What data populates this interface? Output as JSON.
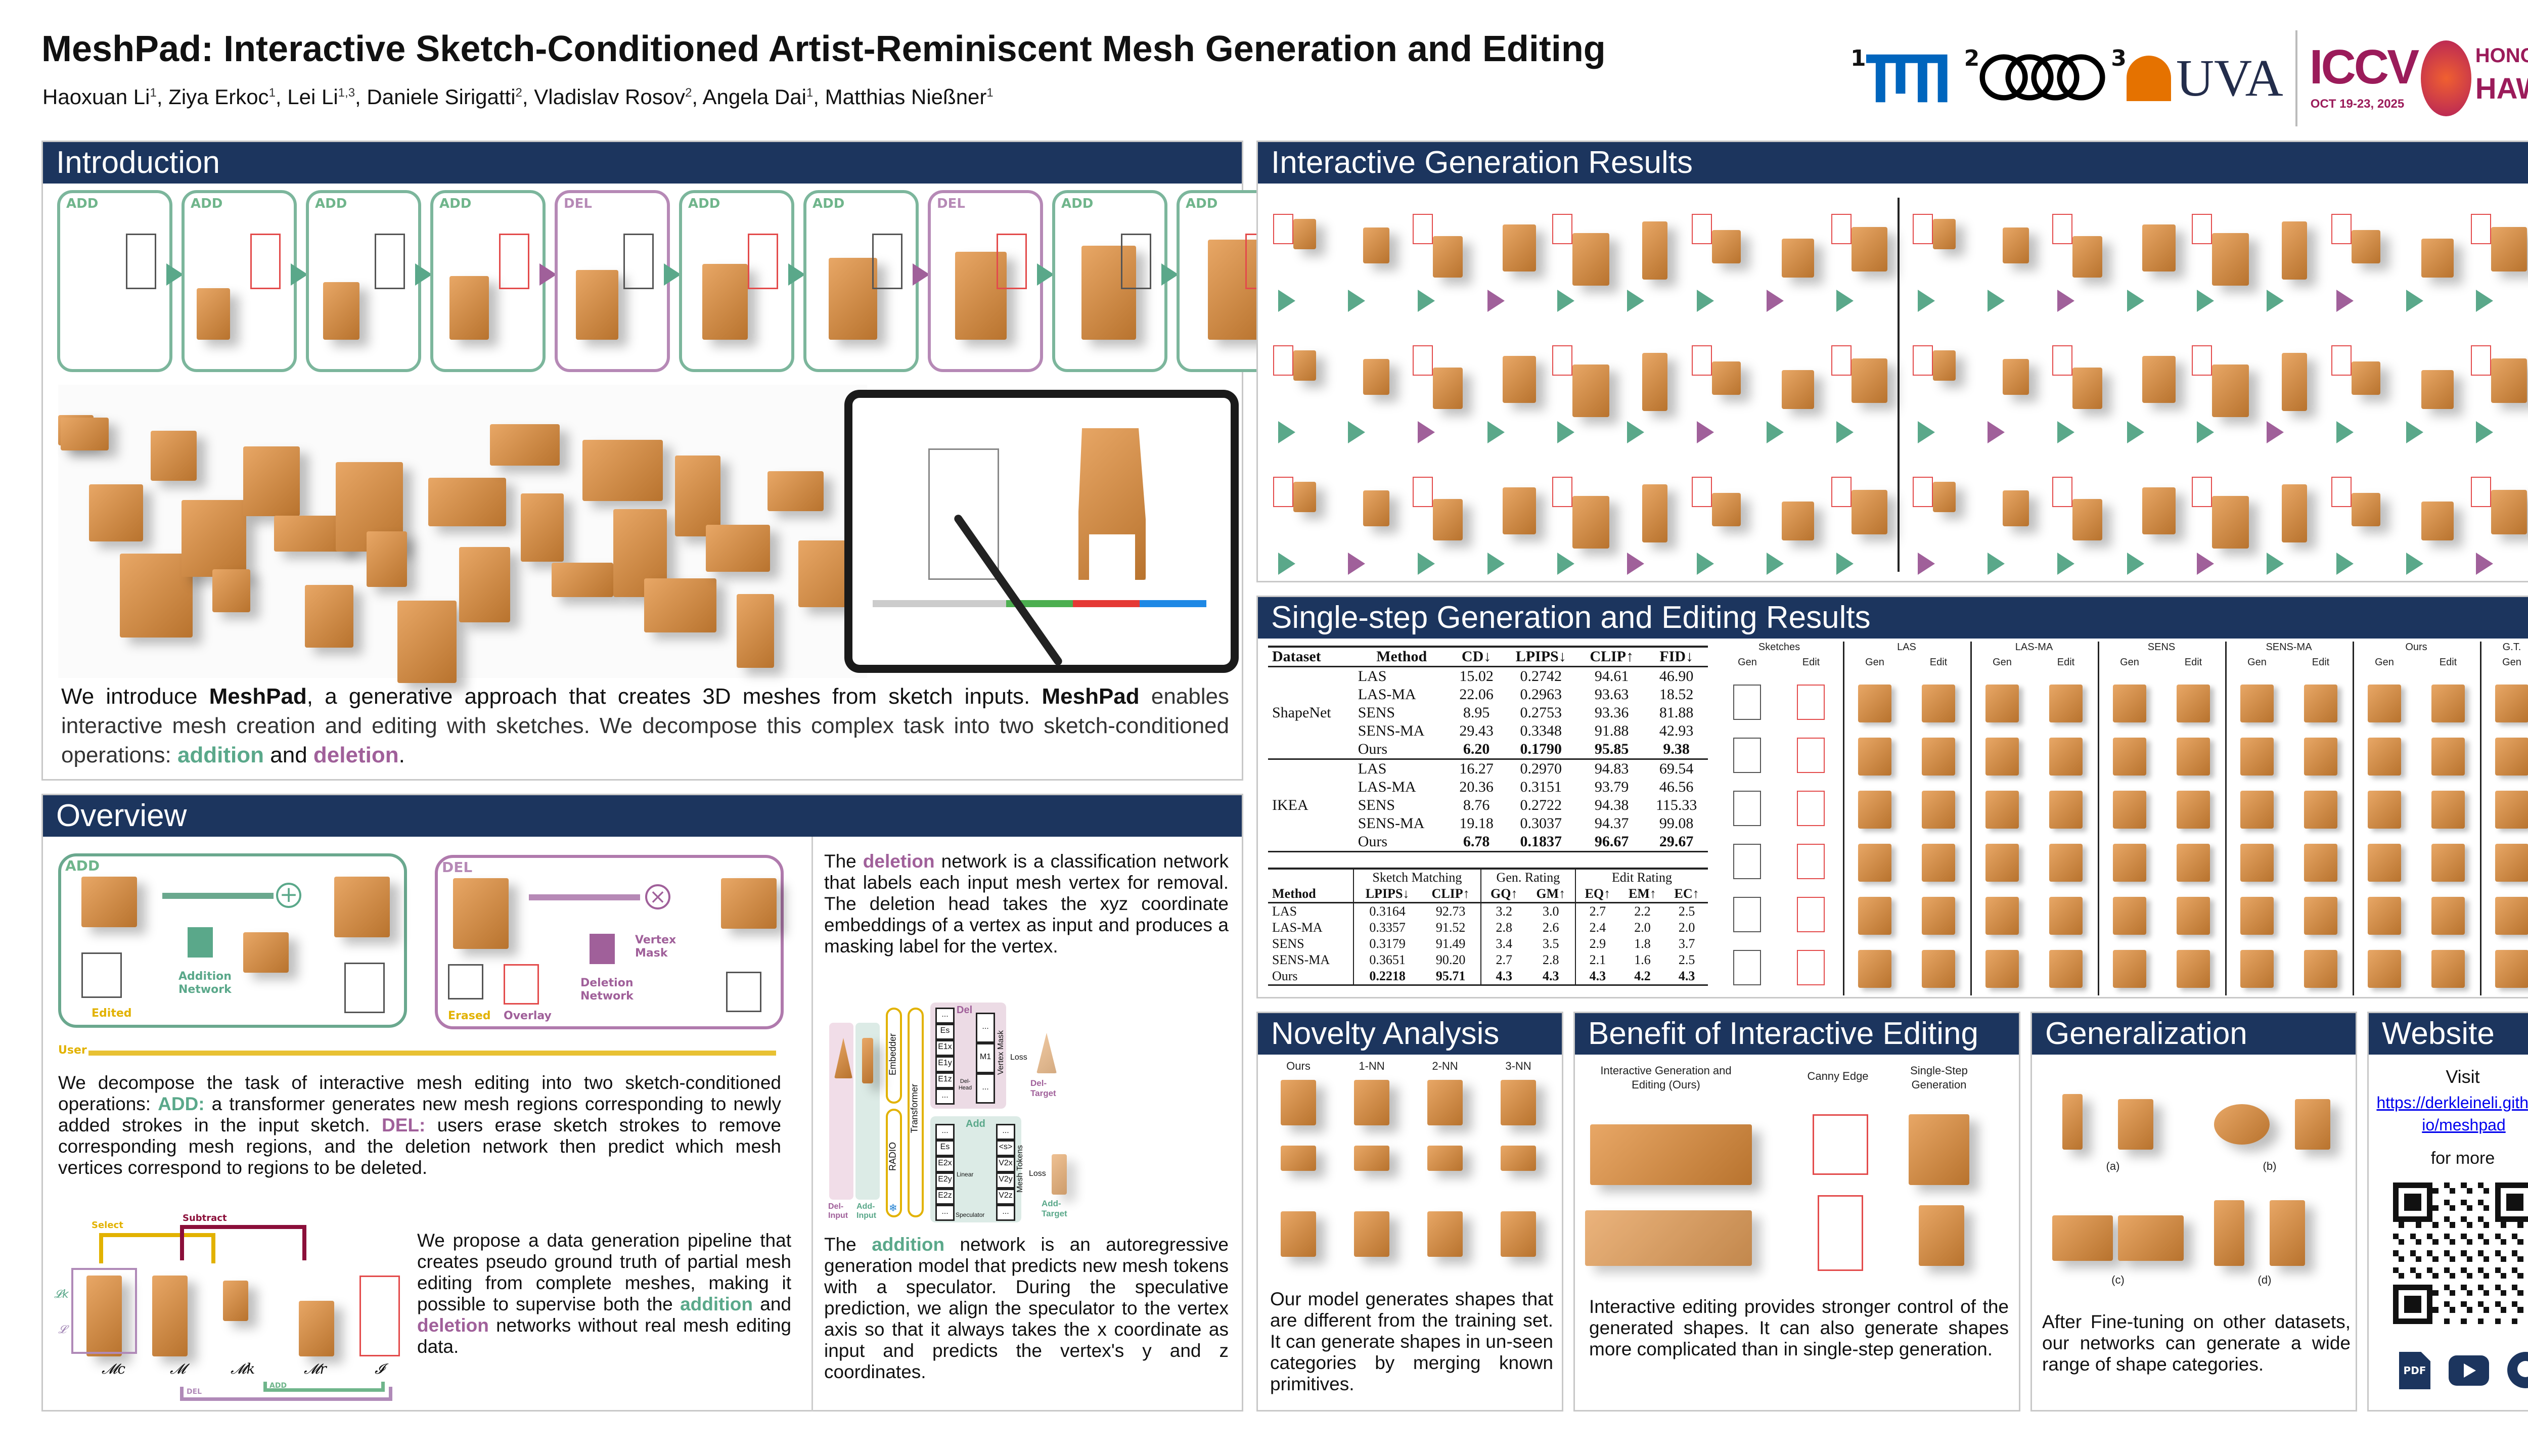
{
  "header": {
    "title": "MeshPad: Interactive Sketch-Conditioned Artist-Reminiscent Mesh Generation and Editing",
    "authors": [
      {
        "name": "Haoxuan Li",
        "aff": "1"
      },
      {
        "name": "Ziya Erkoc",
        "aff": "1"
      },
      {
        "name": "Lei Li",
        "aff": "1,3"
      },
      {
        "name": "Daniele Sirigatti",
        "aff": "2"
      },
      {
        "name": "Vladislav Rosov",
        "aff": "2"
      },
      {
        "name": "Angela Dai",
        "aff": "1"
      },
      {
        "name": "Matthias Nießner",
        "aff": "1"
      }
    ],
    "logos": {
      "aff1": "1",
      "tum": "TUM",
      "aff2": "2",
      "aff3": "3",
      "uva": "UVA",
      "iccv": "ICCV",
      "iccv_date": "OCT 19-23, 2025",
      "iccv_place1": "HONOLULU",
      "iccv_place2": "HAWAII"
    }
  },
  "colors": {
    "header_bar": "#1c355e",
    "addition": "#5aa88a",
    "deletion": "#a0609a",
    "user": "#e2b200"
  },
  "intro": {
    "title": "Introduction",
    "steps": [
      "ADD",
      "ADD",
      "ADD",
      "ADD",
      "DEL",
      "ADD",
      "ADD",
      "DEL",
      "ADD",
      "ADD"
    ],
    "text": {
      "p1": "We introduce ",
      "b1": "MeshPad",
      "p2": ", a generative approach that creates 3D meshes from sketch inputs. ",
      "b2": "MeshPad",
      "p3": " enables interactive mesh creation and editing with sketches. We decompose this complex task into two sketch-conditioned operations: ",
      "add": "addition",
      "p4": " and ",
      "del": "deletion",
      "p5": "."
    }
  },
  "overview": {
    "title": "Overview",
    "diagram": {
      "add": "ADD",
      "del": "DEL",
      "addition_network": "Addition Network",
      "deletion_network": "Deletion Network",
      "vertex_mask": "Vertex Mask",
      "edited": "Edited",
      "erased": "Erased",
      "overlay": "Overlay",
      "user": "User"
    },
    "text1": {
      "p1": "We decompose the task of interactive mesh editing into two sketch-conditioned operations: ",
      "add": "ADD:",
      "p2": " a transformer generates new mesh regions corresponding to newly added strokes in the input sketch. ",
      "del": "DEL:",
      "p3": " users erase sketch strokes to remove corresponding mesh regions, and the deletion network then predict which mesh vertices correspond to regions to be deleted."
    },
    "pipeline": {
      "select": "Select",
      "subtract": "Subtract",
      "add": "ADD",
      "del": "DEL",
      "m_c": "𝓜c",
      "m": "𝓜",
      "m_k": "𝓜k",
      "m_r": "𝓜r",
      "i": "𝓘",
      "l": "𝓛",
      "l_k": "𝓛k"
    },
    "text2": {
      "p1": "We propose a data generation pipeline that creates pseudo ground truth of partial mesh editing from complete meshes, making it possible to supervise both the ",
      "add": "addition",
      "p2": " and ",
      "del": "deletion",
      "p3": " networks without real mesh editing data."
    },
    "text3": {
      "p1": "The ",
      "del": "deletion",
      "p2": " network is a classification network that labels each input mesh vertex for removal. The deletion head takes the xyz coordinate embeddings of a vertex as input and produces a masking label for the vertex."
    },
    "arch": {
      "embedder": "Embedder",
      "radio": "RADIO",
      "transformer": "Transformer",
      "del": "Del",
      "add": "Add",
      "del_head": "Del-Head",
      "vertex_mask": "Vertex Mask",
      "mesh_tokens": "Mesh Tokens",
      "linear": "Linear",
      "speculator": "Speculator",
      "loss": "Loss",
      "del_input": "Del-Input",
      "add_input": "Add-Input",
      "del_target": "Del-Target",
      "add_target": "Add-Target",
      "del_cells": [
        "...",
        "Es",
        "E1x",
        "E1y",
        "E1z",
        "..."
      ],
      "mask_cells": [
        "...",
        "M1",
        "..."
      ],
      "add_cells": [
        "...",
        "Es",
        "E2x",
        "E2y",
        "E2z",
        "..."
      ],
      "token_cells": [
        "...",
        "<s>",
        "V2x",
        "V2y",
        "V2z",
        "..."
      ]
    },
    "text4": {
      "p1": "The ",
      "add": "addition",
      "p2": " network is an autoregressive generation model that predicts new mesh tokens with a speculator. During the speculative prediction, we align the speculator to the vertex axis so that it always takes the x coordinate as input and predicts the vertex's y and z coordinates."
    }
  },
  "interactive": {
    "title": "Interactive Generation Results"
  },
  "single": {
    "title": "Single-step Generation and Editing Results",
    "table1": {
      "headers": [
        "Dataset",
        "Method",
        "CD↓",
        "LPIPS↓",
        "CLIP↑",
        "FID↓"
      ],
      "groups": [
        {
          "dataset": "ShapeNet",
          "rows": [
            [
              "LAS",
              "15.02",
              "0.2742",
              "94.61",
              "46.90"
            ],
            [
              "LAS-MA",
              "22.06",
              "0.2963",
              "93.63",
              "18.52"
            ],
            [
              "SENS",
              "8.95",
              "0.2753",
              "93.36",
              "81.88"
            ],
            [
              "SENS-MA",
              "29.43",
              "0.3348",
              "91.88",
              "42.93"
            ],
            [
              "Ours",
              "6.20",
              "0.1790",
              "95.85",
              "9.38"
            ]
          ]
        },
        {
          "dataset": "IKEA",
          "rows": [
            [
              "LAS",
              "16.27",
              "0.2970",
              "94.83",
              "69.54"
            ],
            [
              "LAS-MA",
              "20.36",
              "0.3151",
              "93.79",
              "46.56"
            ],
            [
              "SENS",
              "8.76",
              "0.2722",
              "94.38",
              "115.33"
            ],
            [
              "SENS-MA",
              "19.18",
              "0.3037",
              "94.37",
              "99.08"
            ],
            [
              "Ours",
              "6.78",
              "0.1837",
              "96.67",
              "29.67"
            ]
          ]
        }
      ]
    },
    "table2": {
      "groups": [
        "Sketch Matching",
        "Gen. Rating",
        "Edit Rating"
      ],
      "headers": [
        "Method",
        "LPIPS↓",
        "CLIP↑",
        "GQ↑",
        "GM↑",
        "EQ↑",
        "EM↑",
        "EC↑"
      ],
      "rows": [
        [
          "LAS",
          "0.3164",
          "92.73",
          "3.2",
          "3.0",
          "2.7",
          "2.2",
          "2.5"
        ],
        [
          "LAS-MA",
          "0.3357",
          "91.52",
          "2.8",
          "2.6",
          "2.4",
          "2.0",
          "2.0"
        ],
        [
          "SENS",
          "0.3179",
          "91.49",
          "3.4",
          "3.5",
          "2.9",
          "1.8",
          "3.7"
        ],
        [
          "SENS-MA",
          "0.3651",
          "90.20",
          "2.7",
          "2.8",
          "2.1",
          "1.6",
          "2.5"
        ],
        [
          "Ours",
          "0.2218",
          "95.71",
          "4.3",
          "4.3",
          "4.3",
          "4.2",
          "4.3"
        ]
      ]
    },
    "grid_columns": [
      {
        "name": "Sketches",
        "sub": [
          "Gen",
          "Edit"
        ]
      },
      {
        "name": "LAS",
        "sub": [
          "Gen",
          "Edit"
        ]
      },
      {
        "name": "LAS-MA",
        "sub": [
          "Gen",
          "Edit"
        ]
      },
      {
        "name": "SENS",
        "sub": [
          "Gen",
          "Edit"
        ]
      },
      {
        "name": "SENS-MA",
        "sub": [
          "Gen",
          "Edit"
        ]
      },
      {
        "name": "Ours",
        "sub": [
          "Gen",
          "Edit"
        ]
      },
      {
        "name": "G.T.",
        "sub": [
          "Gen"
        ]
      }
    ]
  },
  "novelty": {
    "title": "Novelty Analysis",
    "cols": [
      "Ours",
      "1-NN",
      "2-NN",
      "3-NN"
    ],
    "text": "Our model generates shapes that are different from the training set. It can generate shapes in un-seen categories by merging known primitives."
  },
  "benefit": {
    "title": "Benefit of Interactive Editing",
    "cols": [
      "Interactive Generation and Editing (Ours)",
      "Canny Edge",
      "Single-Step Generation"
    ],
    "text": "Interactive editing provides stronger control of the generated shapes. It can also generate shapes more complicated than in single-step generation."
  },
  "generalization": {
    "title": "Generalization",
    "labels": [
      "(a)",
      "(b)",
      "(c)",
      "(d)"
    ],
    "text": "After Fine-tuning on other datasets, our networks can generate a wide range of shape categories."
  },
  "website": {
    "title": "Website",
    "visit": "Visit",
    "url": "https://derkleineli.github.io/meshpad",
    "more": "for more",
    "icons": [
      "pdf-icon",
      "youtube-icon",
      "github-icon"
    ]
  }
}
